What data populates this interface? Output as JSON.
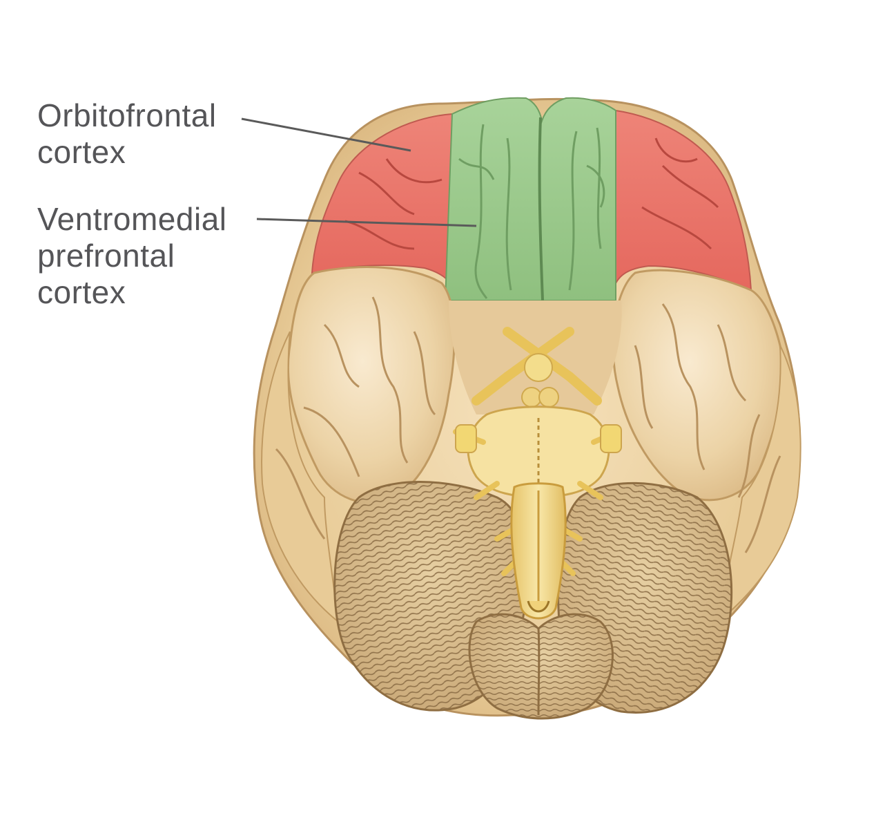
{
  "labels": {
    "orbitofrontal": [
      "Orbitofrontal",
      "cortex"
    ],
    "ventromedial": [
      "Ventromedial",
      "prefrontal",
      "cortex"
    ]
  },
  "colors": {
    "orbitofrontal_region": "#e8706a",
    "ventromedial_region": "#98c68a",
    "brain_tissue": "#ecd2a4",
    "cranial_nerves": "#f2d773",
    "leader_line": "#5a5a5a",
    "label_text": "#555558"
  }
}
